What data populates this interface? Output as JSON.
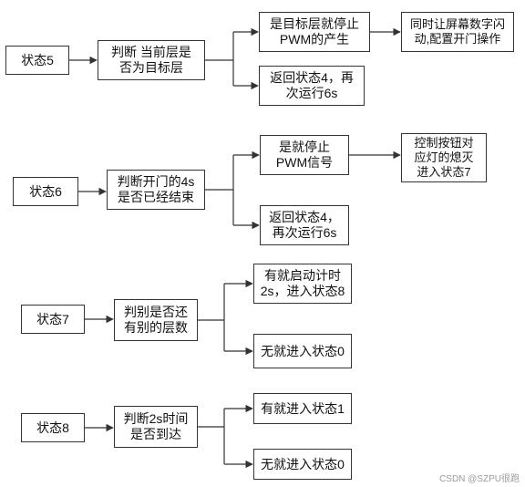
{
  "colors": {
    "line": "#333333",
    "box_border": "#333333",
    "text": "#111111",
    "watermark": "#9a9a9a"
  },
  "nodes": {
    "s5": {
      "text": "状态5"
    },
    "d5": {
      "text": "判断 当前层是\n否为目标层"
    },
    "y5": {
      "text": "是目标层就停止\nPWM的产生"
    },
    "a5": {
      "text": "同时让屏幕数字闪\n动,配置开门操作"
    },
    "n5": {
      "text": "返回状态4，再\n次运行6s"
    },
    "s6": {
      "text": "状态6"
    },
    "d6": {
      "text": "判断开门的4s\n是否已经结束"
    },
    "y6": {
      "text": "是就停止\nPWM信号"
    },
    "a6": {
      "text": "控制按钮对\n应灯的熄灭\n进入状态7"
    },
    "n6": {
      "text": "返回状态4，\n再次运行6s"
    },
    "s7": {
      "text": "状态7"
    },
    "d7": {
      "text": "判别是否还\n有别的层数"
    },
    "y7": {
      "text": "有就启动计时\n2s，进入状态8"
    },
    "n7": {
      "text": "无就进入状态0"
    },
    "s8": {
      "text": "状态8"
    },
    "d8": {
      "text": "判断2s时间\n是否到达"
    },
    "y8": {
      "text": "有就进入状态1"
    },
    "n8": {
      "text": "无就进入状态0"
    }
  },
  "watermark": "CSDN @SZPU很跑"
}
